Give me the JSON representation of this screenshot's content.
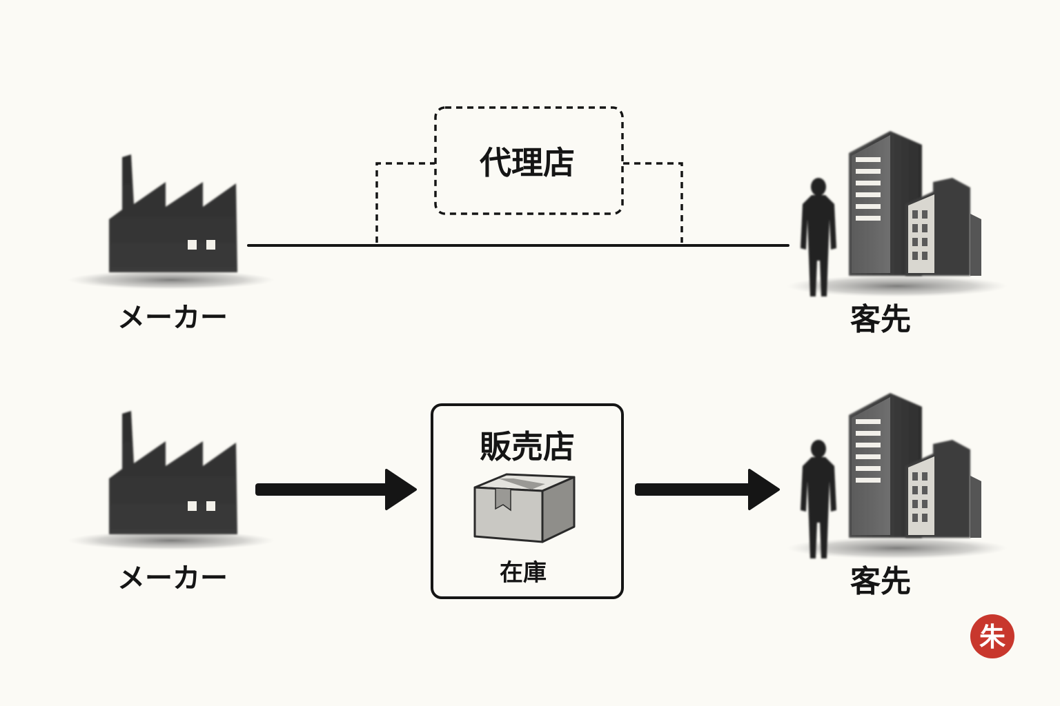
{
  "top_flow": {
    "maker_label": "メーカー",
    "agent_label": "代理店",
    "customer_label": "客先"
  },
  "bottom_flow": {
    "maker_label": "メーカー",
    "dealer_label": "販売店",
    "inventory_label": "在庫",
    "customer_label": "客先"
  },
  "seal": {
    "text": "朱",
    "color": "#c8372d"
  },
  "colors": {
    "background": "#fbfaf5",
    "ink": "#151515",
    "silhouette": "#2a2a2a"
  }
}
